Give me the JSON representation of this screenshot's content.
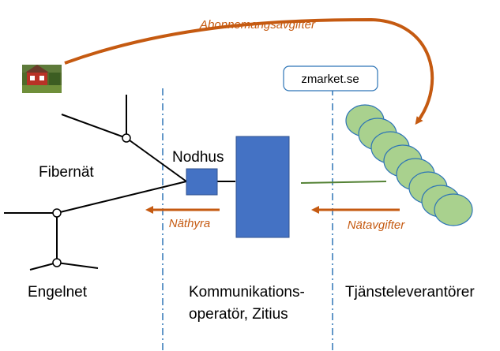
{
  "colors": {
    "accent_orange": "#c55a11",
    "box_blue": "#4472c4",
    "box_blue_border": "#2f528f",
    "divider_blue": "#2e75b6",
    "provider_green": "#a9d18e",
    "provider_green_border": "#2e75b6",
    "link_green": "#548235",
    "line_black": "#000000"
  },
  "labels": {
    "subscription_fees": "Abonnemangsavgifter",
    "marketplace": "zmarket.se",
    "node_house": "Nodhus",
    "fiber_network": "Fibernät",
    "network_rent": "Näthyra",
    "network_fees": "Nätavgifter",
    "area": "Engelnet",
    "operator_line1": "Kommunikations-",
    "operator_line2": "operatör, Zitius",
    "providers": "Tjänsteleverantörer"
  },
  "icons": {
    "house": "house-photo-icon"
  }
}
